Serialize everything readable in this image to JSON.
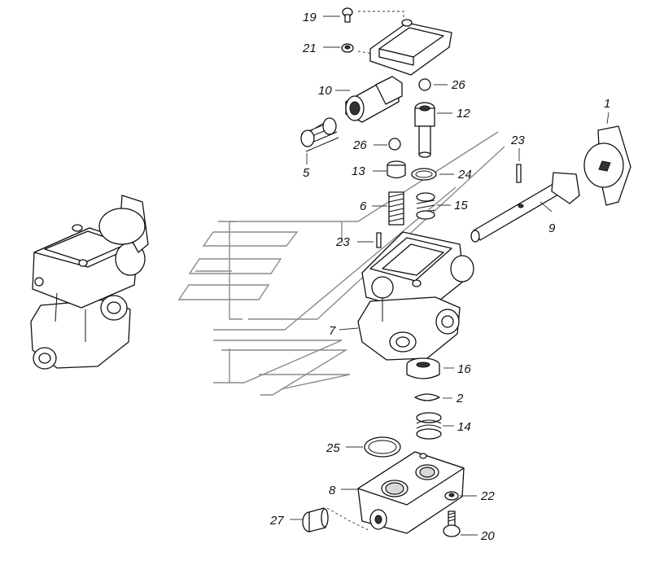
{
  "callouts": [
    {
      "id": "c19",
      "label": "19"
    },
    {
      "id": "c21",
      "label": "21"
    },
    {
      "id": "c10",
      "label": "10"
    },
    {
      "id": "c26a",
      "label": "26"
    },
    {
      "id": "c12",
      "label": "12"
    },
    {
      "id": "c1",
      "label": "1"
    },
    {
      "id": "c26b",
      "label": "26"
    },
    {
      "id": "c23a",
      "label": "23"
    },
    {
      "id": "c5",
      "label": "5"
    },
    {
      "id": "c13",
      "label": "13"
    },
    {
      "id": "c24",
      "label": "24"
    },
    {
      "id": "c6",
      "label": "6"
    },
    {
      "id": "c15",
      "label": "15"
    },
    {
      "id": "c9",
      "label": "9"
    },
    {
      "id": "c23b",
      "label": "23"
    },
    {
      "id": "c7",
      "label": "7"
    },
    {
      "id": "c16",
      "label": "16"
    },
    {
      "id": "c2",
      "label": "2"
    },
    {
      "id": "c14",
      "label": "14"
    },
    {
      "id": "c25",
      "label": "25"
    },
    {
      "id": "c8",
      "label": "8"
    },
    {
      "id": "c22",
      "label": "22"
    },
    {
      "id": "c27",
      "label": "27"
    },
    {
      "id": "c20",
      "label": "20"
    }
  ]
}
